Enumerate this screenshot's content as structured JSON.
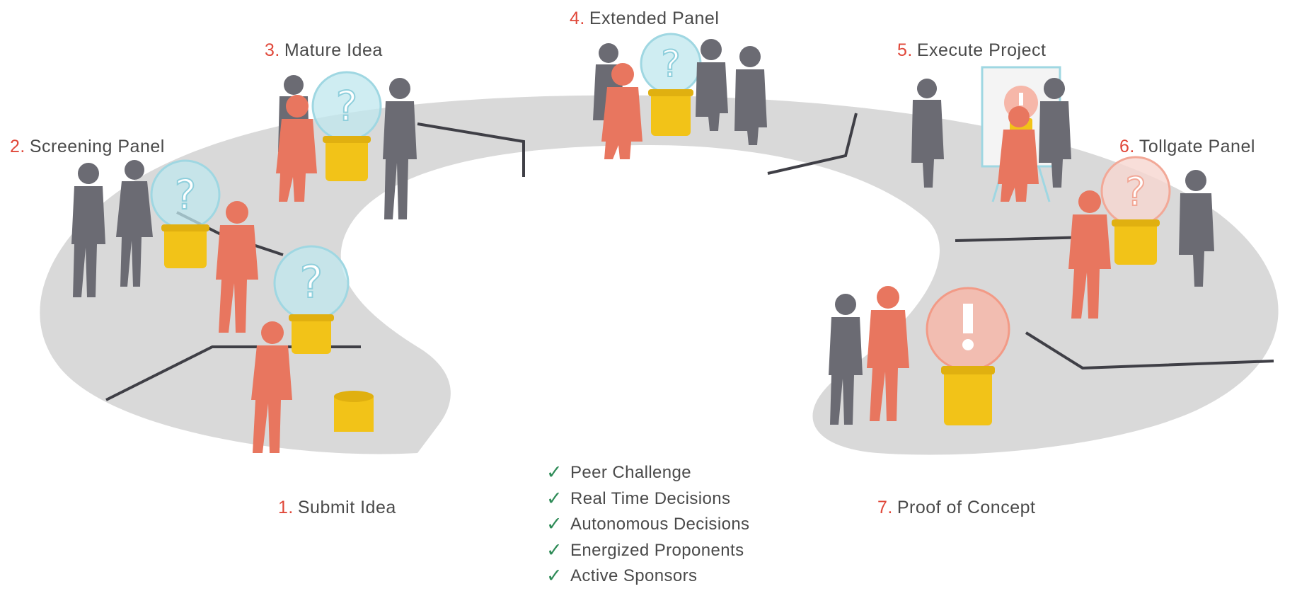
{
  "colors": {
    "track": "#d9d9d9",
    "track_divider": "#3f3f46",
    "gray_figure": "#6b6b73",
    "orange_figure": "#e8765f",
    "bulb_base": "#f2c318",
    "bulb_glass": "#bfe7ee",
    "bulb_glass_red": "#f6b7a9",
    "check": "#2e8b57",
    "number": "#e0483a",
    "text": "#4a4a4a"
  },
  "stages": [
    {
      "num": "1.",
      "label": "Submit Idea",
      "icon": "question-bulb-icon"
    },
    {
      "num": "2.",
      "label": "Screening Panel",
      "icon": "question-bulb-icon"
    },
    {
      "num": "3.",
      "label": "Mature Idea",
      "icon": "question-bulb-icon"
    },
    {
      "num": "4.",
      "label": "Extended Panel",
      "icon": "question-bulb-icon"
    },
    {
      "num": "5.",
      "label": "Execute Project",
      "icon": "exclamation-bulb-icon"
    },
    {
      "num": "6.",
      "label": "Tollgate Panel",
      "icon": "question-bulb-icon"
    },
    {
      "num": "7.",
      "label": "Proof of Concept",
      "icon": "exclamation-bulb-icon"
    }
  ],
  "benefits": [
    {
      "check": "✓",
      "label": "Peer Challenge"
    },
    {
      "check": "✓",
      "label": "Real Time Decisions"
    },
    {
      "check": "✓",
      "label": "Autonomous Decisions"
    },
    {
      "check": "✓",
      "label": "Energized Proponents"
    },
    {
      "check": "✓",
      "label": "Active Sponsors"
    }
  ]
}
